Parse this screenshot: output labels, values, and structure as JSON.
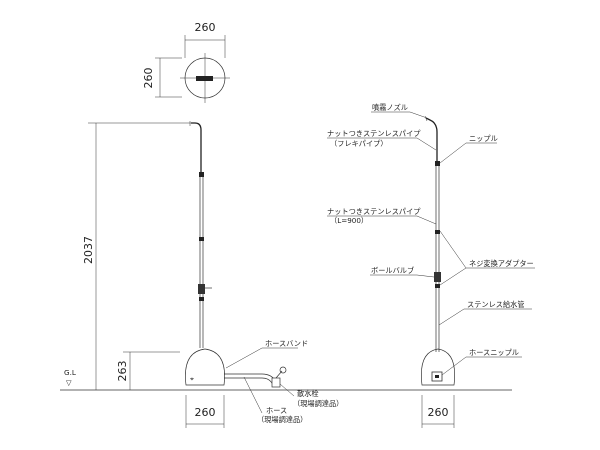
{
  "dimensions": {
    "top_width": "260",
    "top_height": "260",
    "total_height": "2037",
    "base_height": "263",
    "base_width_left": "260",
    "base_width_right": "260"
  },
  "ground": {
    "label": "G.L",
    "marker": "▽"
  },
  "labels": {
    "nozzle": "噴霧ノズル",
    "pipe_flex_1": "ナットつきステンレスパイプ",
    "pipe_flex_2": "（フレキパイプ）",
    "nipple": "ニップル",
    "pipe_900_1": "ナットつきステンレスパイプ",
    "pipe_900_2": "（L=900）",
    "ball_valve": "ボールバルブ",
    "adapter": "ネジ変換アダプター",
    "supply_pipe": "ステンレス給水管",
    "hose_nipple": "ホースニップル",
    "hose_band": "ホースバンド",
    "faucet_1": "散水栓",
    "faucet_2": "（現場調達品）",
    "hose_1": "ホース",
    "hose_2": "（現場調達品）"
  }
}
